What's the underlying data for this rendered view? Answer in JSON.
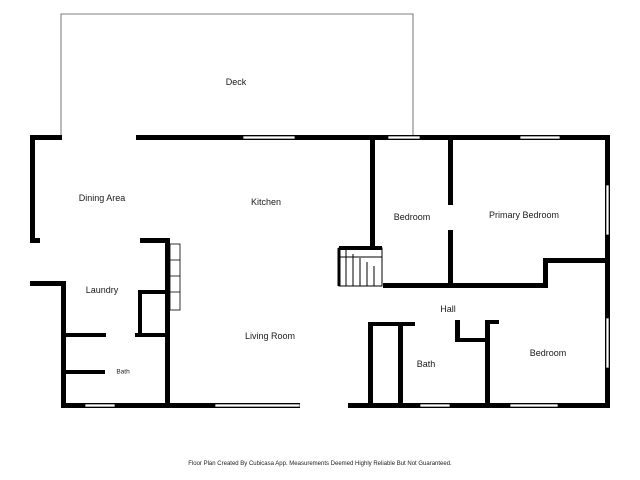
{
  "rooms": {
    "deck": "Deck",
    "dining_area": "Dining Area",
    "kitchen": "Kitchen",
    "bedroom_1": "Bedroom",
    "primary_bedroom": "Primary Bedroom",
    "laundry": "Laundry",
    "hall": "Hall",
    "living_room": "Living Room",
    "bath_1": "Bath",
    "bath_2": "Bath",
    "bedroom_2": "Bedroom"
  },
  "footer": "Floor Plan Created By Cubicasa App. Measurements Deemed Highly Reliable But Not Guaranteed.",
  "colors": {
    "wall": "#000000",
    "window": "#ffffff",
    "background": "#ffffff"
  }
}
